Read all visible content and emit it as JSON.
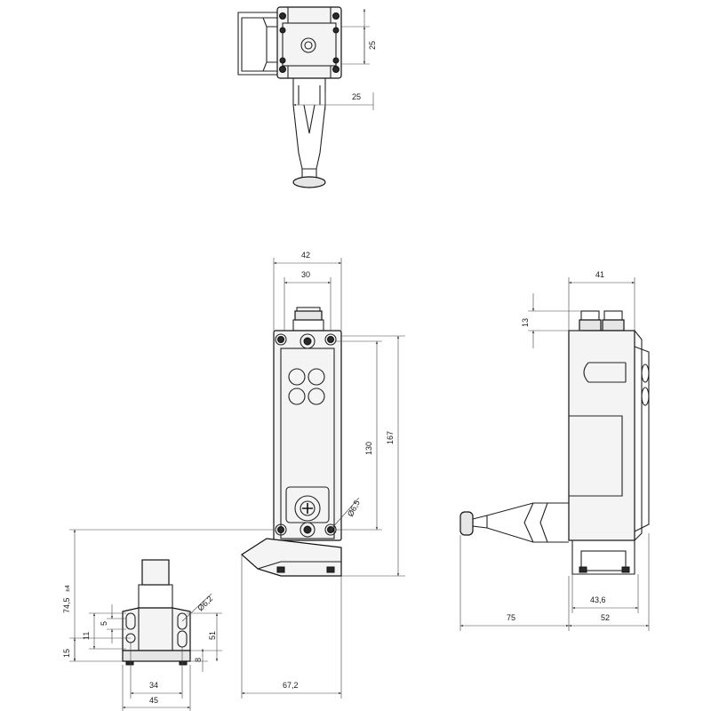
{
  "drawing": {
    "top_view": {
      "dim_a": "25",
      "dim_b": "25"
    },
    "front_view": {
      "width_outer": "42",
      "width_inner": "30",
      "height_holes": "130",
      "height_total": "167",
      "hole_diameter": "Ø6,5",
      "actuator_width": "67,2"
    },
    "side_view": {
      "width_top": "41",
      "connector_height": "13",
      "width_foot": "43,6",
      "width_body": "52",
      "actuator_reach": "75"
    },
    "actuator_view": {
      "height_actuator": "74,5",
      "tolerance": "±4",
      "height_slot": "11",
      "slot_width": "5",
      "base_height": "15",
      "height_hole": "51",
      "base_offset": "8",
      "hole_diameter": "Ø6,2",
      "width_inner": "34",
      "width_outer": "45"
    }
  }
}
